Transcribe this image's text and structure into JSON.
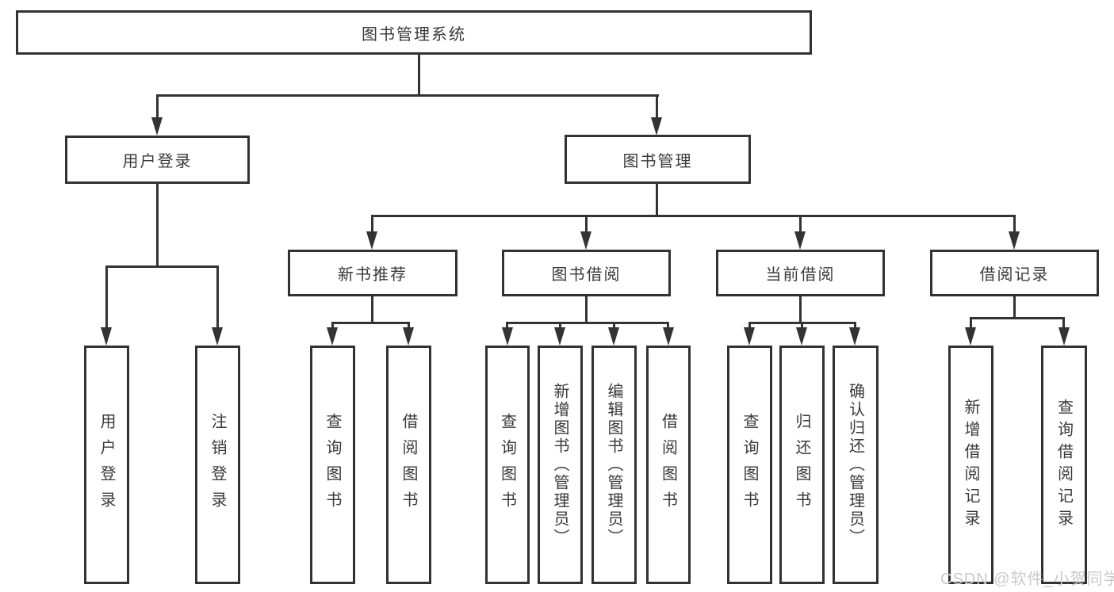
{
  "diagram": {
    "root": {
      "label": "图书管理系统"
    },
    "level2": [
      {
        "label": "用户登录"
      },
      {
        "label": "图书管理"
      }
    ],
    "level3": [
      {
        "label": "新书推荐"
      },
      {
        "label": "图书借阅"
      },
      {
        "label": "当前借阅"
      },
      {
        "label": "借阅记录"
      }
    ],
    "leaves": [
      {
        "label": "用户登录"
      },
      {
        "label": "注销登录"
      },
      {
        "label": "查询图书"
      },
      {
        "label": "借阅图书"
      },
      {
        "label": "查询图书"
      },
      {
        "label": "新增图书（管理员）"
      },
      {
        "label": "编辑图书（管理员）"
      },
      {
        "label": "借阅图书"
      },
      {
        "label": "查询图书"
      },
      {
        "label": "归还图书"
      },
      {
        "label": "确认归还（管理员）"
      },
      {
        "label": "新增借阅记录"
      },
      {
        "label": "查询借阅记录"
      }
    ]
  },
  "watermark": {
    "text": "CSDN @软件_小贺同学"
  },
  "colors": {
    "line": "#333333",
    "border": "#323232",
    "text": "#3a3a3a",
    "watermark_text": "#c9c9c9",
    "background": "#ffffff"
  }
}
